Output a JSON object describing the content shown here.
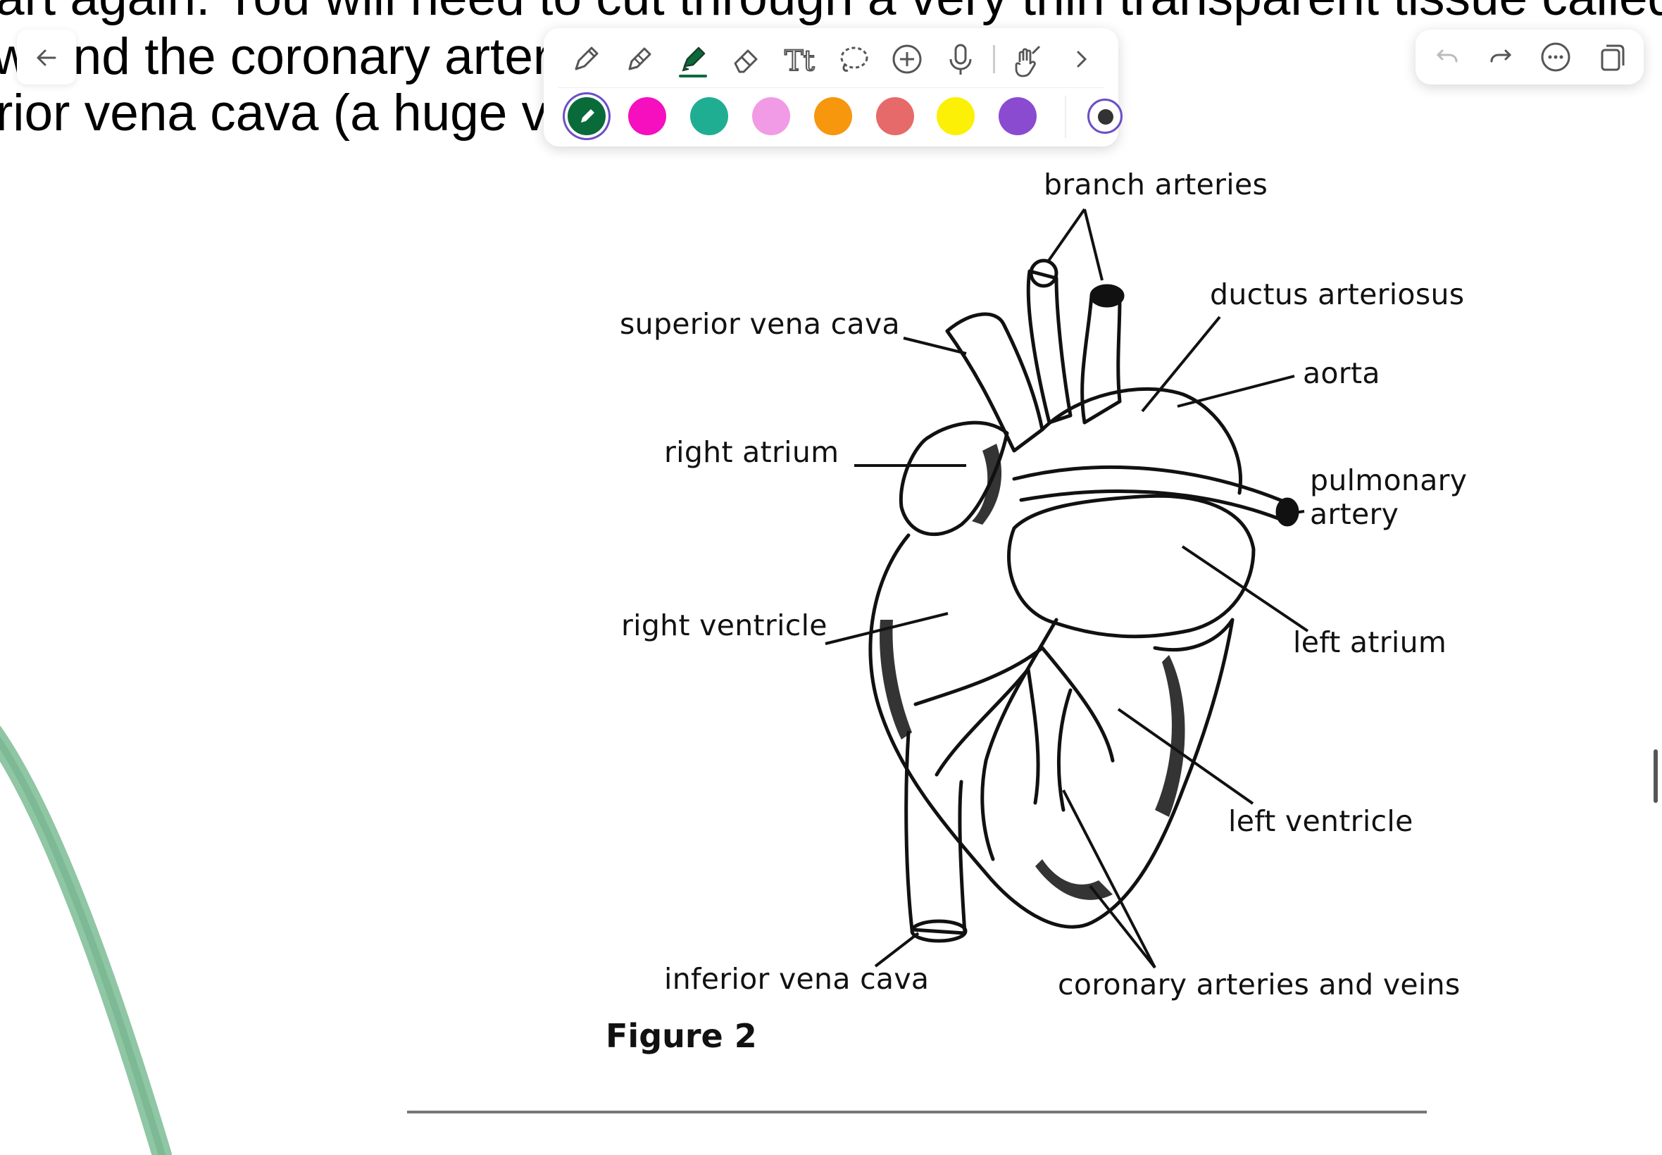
{
  "document": {
    "line1": "art again.  You will need to cut through a very thin transparent tissue called",
    "line2": "w and the coronary artery. Observe the heart ge",
    "line3": "rior vena cava (a huge vein"
  },
  "toolbar": {
    "back_icon": "arrow-left-icon",
    "tools": [
      "pen-icon",
      "pencil-icon",
      "highlighter-icon",
      "eraser-icon",
      "text-icon",
      "lasso-icon",
      "add-icon",
      "microphone-icon",
      "touch-draw-icon",
      "chevron-right-icon"
    ],
    "actions": [
      "undo-icon",
      "redo-icon",
      "more-icon",
      "pages-icon"
    ],
    "active_tool": "highlighter-icon",
    "colors": [
      "#0a6b3a",
      "#f50fbf",
      "#1fae91",
      "#f19be6",
      "#f6970e",
      "#e66a6a",
      "#fbf006",
      "#8a4bd0"
    ],
    "selected_color": "#0a6b3a"
  },
  "figure": {
    "labels": {
      "branch_arteries": "branch arteries",
      "ductus_arteriosus": "ductus arteriosus",
      "superior_vena_cava": "superior vena cava",
      "aorta": "aorta",
      "right_atrium": "right atrium",
      "pulmonary_artery_1": "pulmonary",
      "pulmonary_artery_2": "artery",
      "right_ventricle": "right ventricle",
      "left_atrium": "left atrium",
      "left_ventricle": "left ventricle",
      "inferior_vena_cava": "inferior vena cava",
      "coronary": "coronary arteries and veins"
    },
    "caption": "Figure 2"
  }
}
